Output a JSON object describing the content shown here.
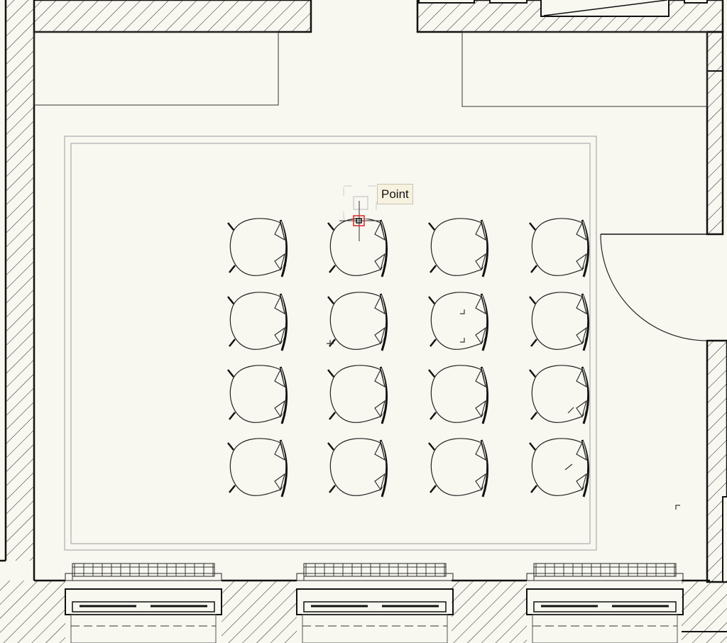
{
  "tooltip": {
    "label": "Point"
  },
  "drawing": {
    "chair_rows": 4,
    "chair_cols": 4,
    "background": "#f8f8f1",
    "line_color": "#111111",
    "snap_marker_color": "#e02020"
  }
}
